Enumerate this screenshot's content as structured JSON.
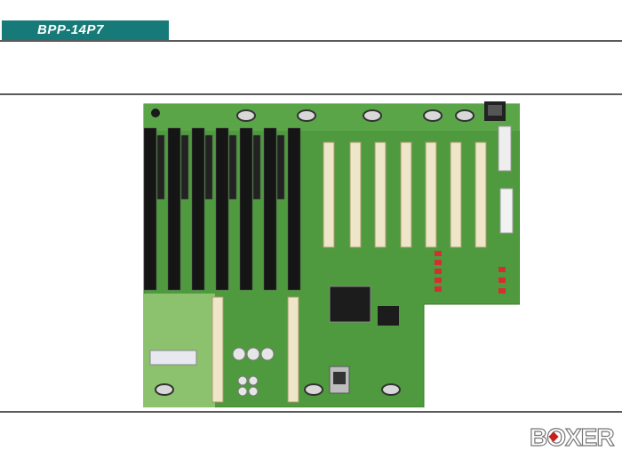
{
  "header": {
    "title": "BPP-14P7",
    "bar_color": "#167a78"
  },
  "product_image": {
    "icon": "backplane-board-photo"
  },
  "logo": {
    "text": "BOXER",
    "icon": "boxer-logo"
  }
}
